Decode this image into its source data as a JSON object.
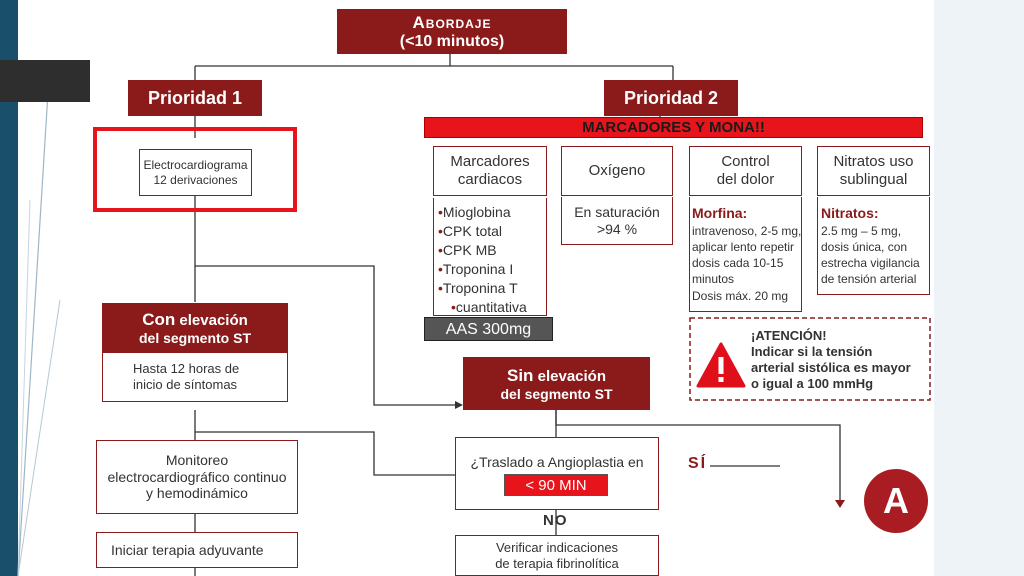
{
  "abordaje": {
    "title": "Abordaje",
    "subtitle": "(<10 minutos)"
  },
  "prioridad1": "Prioridad 1",
  "prioridad2": "Prioridad 2",
  "ecg": {
    "line1": "Electrocardiograma",
    "line2": "12 derivaciones"
  },
  "banner": "MARCADORES Y MONA!!",
  "marcadores": {
    "title1": "Marcadores",
    "title2": "cardiacos",
    "items": [
      "Mioglobina",
      "CPK total",
      "CPK MB",
      "Troponina I",
      "Troponina T",
      "cuantitativa"
    ]
  },
  "aas_label": "AAS 300mg",
  "oxigeno": {
    "title": "Oxígeno",
    "text1": "En saturación",
    "text2": ">94 %"
  },
  "dolor": {
    "title1": "Control",
    "title2": "del dolor",
    "drug": "Morfina:",
    "l1": "intravenoso, 2-5 mg,",
    "l2": "aplicar lento repetir",
    "l3": "dosis cada 10-15",
    "l4": "minutos",
    "l5": "Dosis máx. 20 mg"
  },
  "nitratos": {
    "title1": "Nitratos uso",
    "title2": "sublingual",
    "drug": "Nitratos:",
    "l1": "2.5 mg – 5 mg,",
    "l2": "dosis única, con",
    "l3": "estrecha vigilancia",
    "l4": "de tensión arterial"
  },
  "atencion": {
    "title": "¡ATENCIÓN!",
    "l1": "Indicar si la tensión",
    "l2": "arterial sistólica es mayor",
    "l3": "o igual a 100 mmHg"
  },
  "con_st": {
    "bold": "Con",
    "rest": "elevación",
    "line2": "del segmento ST"
  },
  "con_st_detail": {
    "l1": "Hasta 12 horas de",
    "l2": "inicio de síntomas"
  },
  "sin_st": {
    "bold": "Sin",
    "rest": "elevación",
    "line2": "del segmento ST"
  },
  "monitoreo": {
    "l1": "Monitoreo",
    "l2": "electrocardiográfico continuo",
    "l3": "y hemodinámico"
  },
  "terapia": "Iniciar terapia adyuvante",
  "traslado": {
    "l1": "¿Traslado a Angioplastia en",
    "badge": "< 90 MIN"
  },
  "si": "SÍ",
  "no": "NO",
  "verificar": {
    "l1": "Verificar indicaciones",
    "l2": "de terapia fibrinolítica"
  },
  "a_circle": "A",
  "colors": {
    "dark_red": "#8b1a1a",
    "bright_red": "#e8141c",
    "dark_gray": "#555555",
    "slide_blue": "#1a4f6b"
  }
}
